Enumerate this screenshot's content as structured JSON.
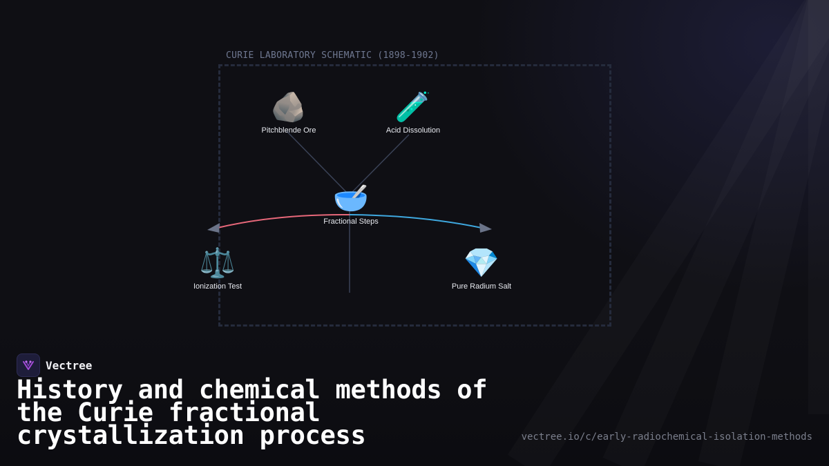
{
  "schematic": {
    "title": "CURIE LABORATORY SCHEMATIC (1898-1902)",
    "nodes": [
      {
        "id": "pitchblende",
        "label": "Pitchblende Ore",
        "icon": "rock-icon",
        "glyph": "🪨"
      },
      {
        "id": "acid",
        "label": "Acid Dissolution",
        "icon": "test-tube-icon",
        "glyph": "🧪"
      },
      {
        "id": "fractional",
        "label": "Fractional Steps",
        "icon": "bowl-icon",
        "glyph": "🥣"
      },
      {
        "id": "ionization",
        "label": "Ionization Test",
        "icon": "scales-icon",
        "glyph": "⚖️"
      },
      {
        "id": "radium",
        "label": "Pure Radium Salt",
        "icon": "gem-icon",
        "glyph": "💎"
      }
    ],
    "colors": {
      "connector": "#3a4257",
      "arc_left": "#e8687a",
      "arc_right": "#3fa9e0",
      "arrowhead": "#6b7489",
      "frame": "#252b3c"
    }
  },
  "brand": {
    "name": "Vectree",
    "icon": "vectree-logo-icon"
  },
  "headline": "History and chemical methods of the Curie fractional crystallization process",
  "url": "vectree.io/c/early-radiochemical-isolation-methods"
}
